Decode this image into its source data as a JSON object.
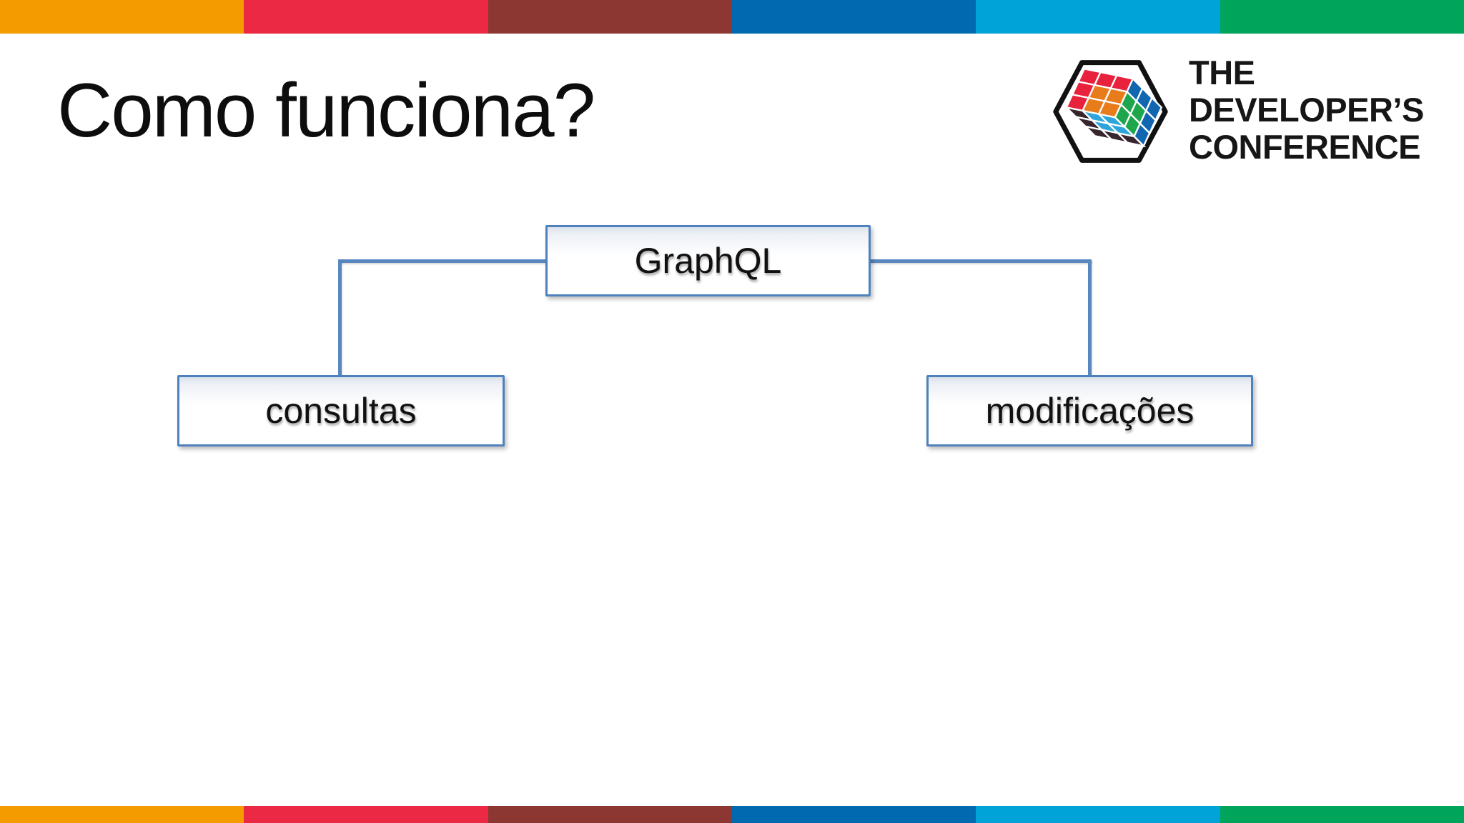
{
  "slide": {
    "title": "Como funciona?",
    "background_color": "#FFFFFF"
  },
  "brand_bar": {
    "colors": [
      "#F49B00",
      "#EC2944",
      "#8D3733",
      "#0069AF",
      "#00A3D8",
      "#00A45A"
    ]
  },
  "logo": {
    "text_lines": [
      "THE",
      "DEVELOPER’S",
      "CONFERENCE"
    ],
    "hexagon_outline_color": "#111111",
    "cube_colors": {
      "red": "#E8213D",
      "orange": "#E87C1A",
      "green": "#1EA64C",
      "blue": "#1166B0",
      "light_blue": "#2EA4DC",
      "dark": "#38262F"
    }
  },
  "diagram": {
    "root": {
      "label": "GraphQL"
    },
    "children": [
      {
        "label": "consultas"
      },
      {
        "label": "modificações"
      }
    ],
    "box_border_color": "#4F81BD",
    "connector_color": "#5988C0",
    "text_color": "#111111"
  }
}
